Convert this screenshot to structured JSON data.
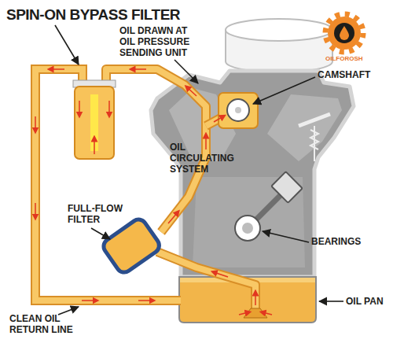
{
  "diagram": {
    "labels": [
      "SPIN-ON BYPASS FILTER",
      "OIL DRAWN AT OIL PRESSURE SENDING UNIT",
      "OILFOROSH",
      "CAMSHAFT",
      "OIL CIRCULATING SYSTEM",
      "FULL-FLOW FILTER",
      "BEARINGS",
      "CLEAN OIL RETURN LINE",
      "OIL PAN"
    ]
  }
}
